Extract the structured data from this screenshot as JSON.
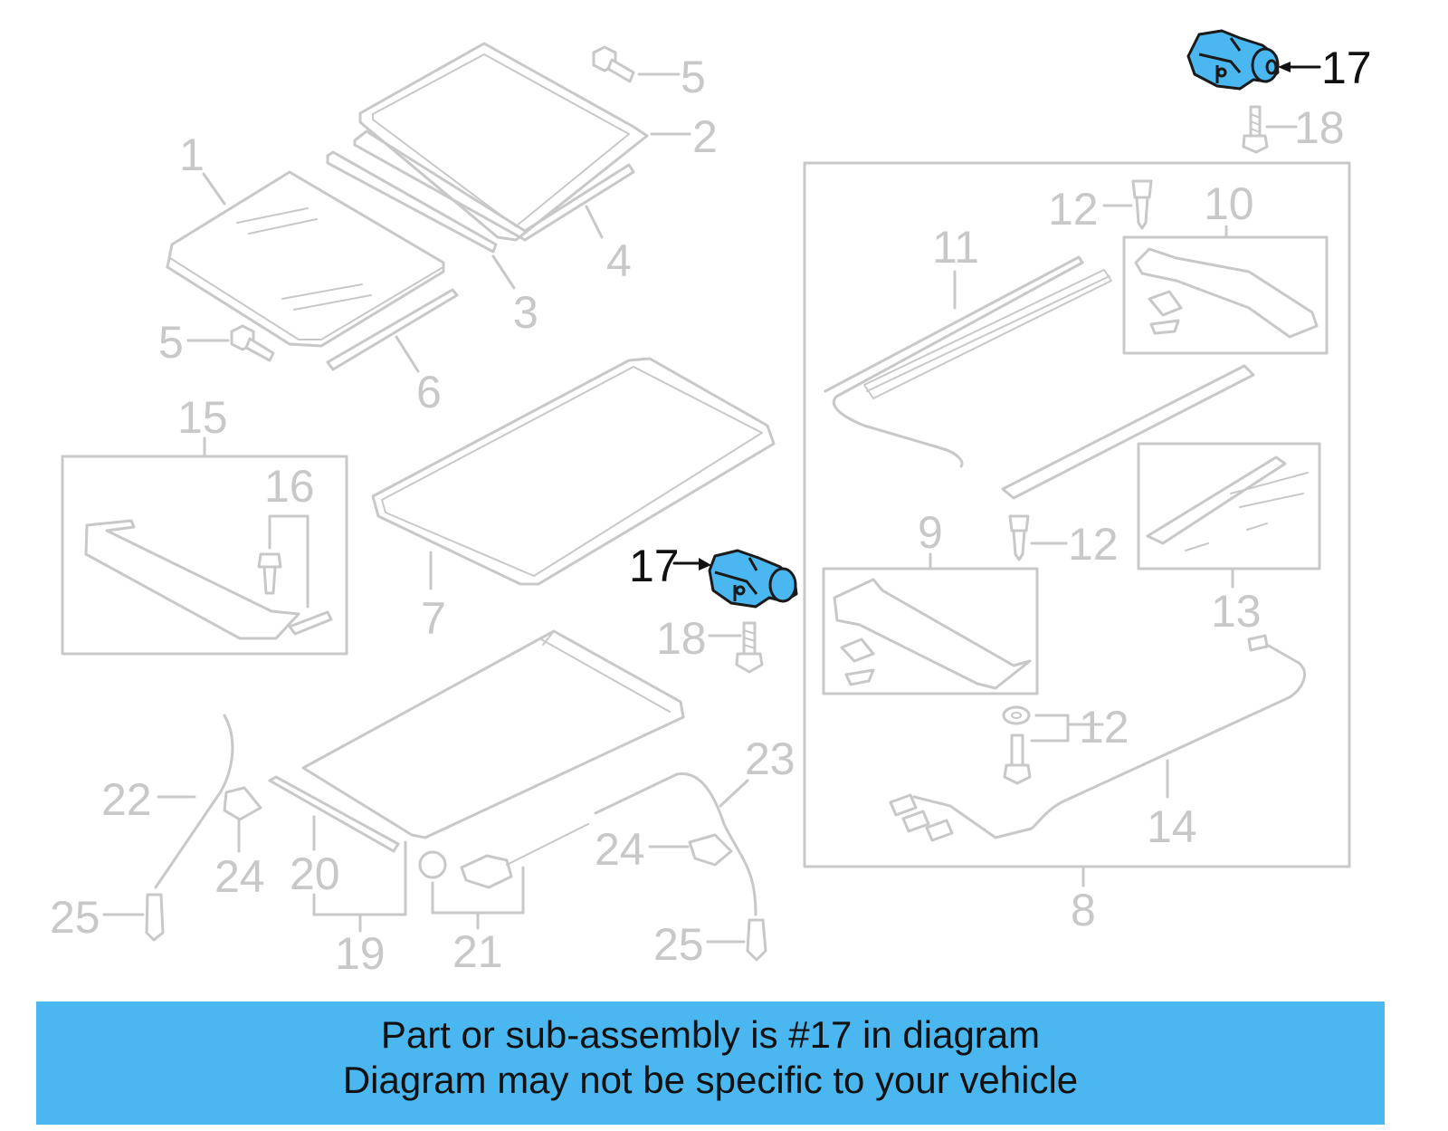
{
  "diagram": {
    "highlight_color": "#4ab7f0",
    "line_color": "#c8c8c8",
    "callouts": {
      "c1": "1",
      "c2": "2",
      "c3": "3",
      "c4": "4",
      "c5a": "5",
      "c5b": "5",
      "c6": "6",
      "c7": "7",
      "c8": "8",
      "c9": "9",
      "c10": "10",
      "c11": "11",
      "c12a": "12",
      "c12b": "12",
      "c12c": "12",
      "c13": "13",
      "c14": "14",
      "c15": "15",
      "c16": "16",
      "c17a": "17",
      "c17b": "17",
      "c18a": "18",
      "c18b": "18",
      "c19": "19",
      "c20": "20",
      "c21": "21",
      "c22": "22",
      "c23": "23",
      "c24a": "24",
      "c24b": "24",
      "c25a": "25",
      "c25b": "25"
    }
  },
  "banner": {
    "background": "#4ab7f0",
    "line1": "Part or sub-assembly is #17 in diagram",
    "line2": "Diagram may not be specific to your vehicle"
  }
}
